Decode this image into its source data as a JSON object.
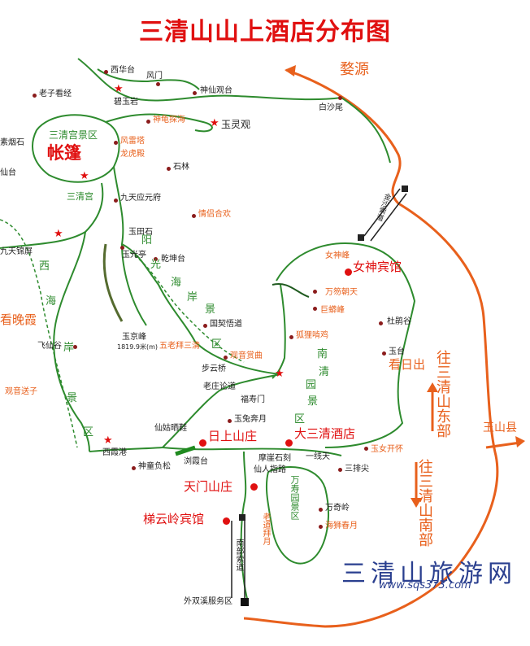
{
  "title": "三清山山上酒店分布图",
  "hotels": {
    "zhangpeng": "帐篷",
    "nvshen": "女神宾馆",
    "rishang": "日上山庄",
    "dasanqing": "大三清酒店",
    "tianmen": "天门山庄",
    "tiyunling": "梯云岭宾馆"
  },
  "places": {
    "xihuatai": "西华台",
    "fengmen": "风门",
    "laozikanjing": "老子看经",
    "shenxianguantai": "神仙观台",
    "biyuyan": "碧玉岩",
    "baishawei": "白沙尾",
    "sanqinggong_area": "三清宫景区",
    "shenguitanhai": "神龟探海",
    "yulingguan": "玉灵观",
    "suyanshi": "素烟石",
    "fengleita": "风雷塔",
    "longhudian": "龙虎殿",
    "xianta": "仙台",
    "shilin": "石林",
    "sanqinggong": "三清宫",
    "jiutianyingyuanfu": "九天应元府",
    "qinglvhehuan": "情侣合欢",
    "yutianshi": "玉田石",
    "yuguangting": "玉光亭",
    "qiankuntai": "乾坤台",
    "jiutianjinping": "九天锦屏",
    "kanwanxia": "看晚霞",
    "yujingfeng": "玉京峰",
    "yujingfeng_alt": "1819.9米(m)",
    "guojiwutao": "国契悟道",
    "wulaobaisanqing": "五老拜三清",
    "feixiangu": "飞仙谷",
    "guanyinshangqu": "观音赏曲",
    "buyunqiao": "步云桥",
    "guanyinsongzi": "观音送子",
    "laozhulundao": "老庄论道",
    "fushoumen": "福寿门",
    "yutuben_yue": "玉兔奔月",
    "xiangushaixie": "仙姑晒鞋",
    "xixiagang": "西霞港",
    "liuxiatai": "浏霞台",
    "shentongfusong": "神童负松",
    "moyashike": "摩崖石刻",
    "xianrenzhilu": "仙人指路",
    "yixiantian": "一线天",
    "nvshenfeng": "女神峰",
    "wanhuchaotian": "万笏朝天",
    "jumangfeng": "巨蟒峰",
    "huliyouji": "狐狸啃鸡",
    "duqiangu": "杜鹃谷",
    "yutai": "玉台",
    "yunvkaihuai": "玉女开怀",
    "sanpaijian": "三排尖",
    "wanqiling": "万奇岭",
    "haishichunyue": "海狮春月",
    "laodaobaiyue": "老道拜月",
    "waishuangxi": "外双溪服务区"
  },
  "regions": {
    "yangguang": [
      "阳",
      "光",
      "海",
      "岸",
      "景",
      "区"
    ],
    "xihai": [
      "西",
      "海",
      "岸",
      "景",
      "区"
    ],
    "nanqing": [
      "南",
      "清",
      "园",
      "景",
      "区"
    ],
    "wanshou": "万寿园景区"
  },
  "direction": {
    "wuyuan": "婺源",
    "kanrichu": "看日出",
    "to_east": "往三清山东部",
    "to_south": "往三清山南部",
    "yushan": "玉山县"
  },
  "cableways": {
    "jinsha": "金沙索道",
    "nanbu": "南部索道"
  },
  "watermark": {
    "name": "三清山旅游网",
    "url": "www.sqs373.com"
  },
  "colors": {
    "title": "#e01010",
    "trail_green": "#2e8b2e",
    "road_orange": "#e8601c",
    "text_dark": "#222222",
    "watermark": "#2a3f8f"
  }
}
